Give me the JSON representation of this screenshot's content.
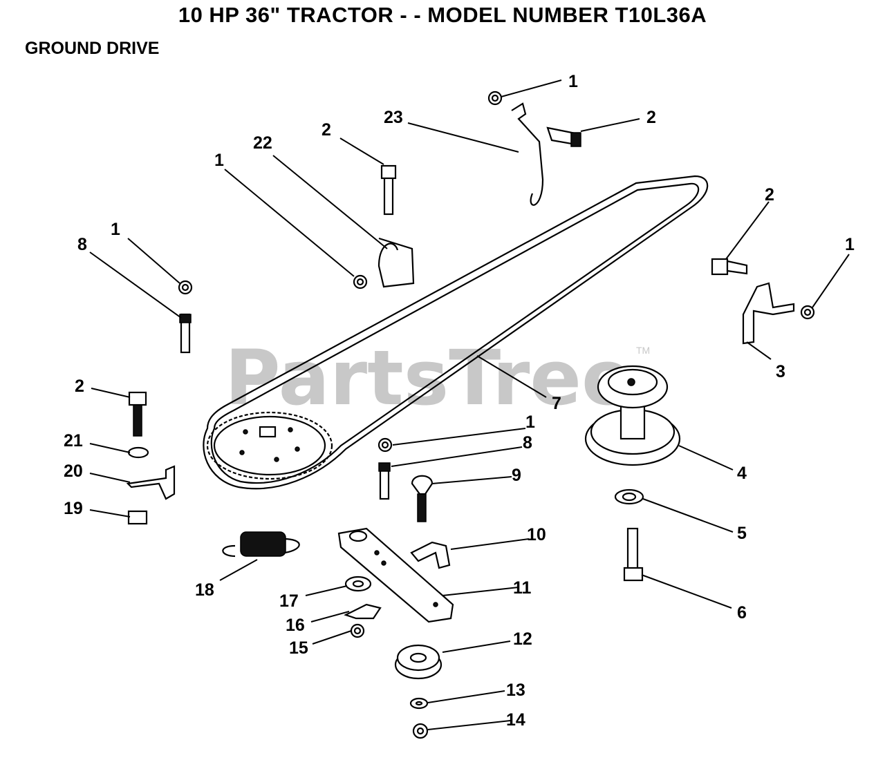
{
  "title": "10 HP 36\" TRACTOR  - - MODEL NUMBER T10L36A",
  "subtitle": "GROUND DRIVE",
  "watermark": "PartsTree",
  "watermark_tm": "TM",
  "callouts": [
    {
      "id": "c1a",
      "label": "1"
    },
    {
      "id": "c2a",
      "label": "2"
    },
    {
      "id": "c23",
      "label": "23"
    },
    {
      "id": "c2b",
      "label": "2"
    },
    {
      "id": "c22",
      "label": "22"
    },
    {
      "id": "c1b",
      "label": "1"
    },
    {
      "id": "c2c",
      "label": "2"
    },
    {
      "id": "c1c",
      "label": "1"
    },
    {
      "id": "c8a",
      "label": "8"
    },
    {
      "id": "c1d",
      "label": "1"
    },
    {
      "id": "c3",
      "label": "3"
    },
    {
      "id": "c7",
      "label": "7"
    },
    {
      "id": "c2d",
      "label": "2"
    },
    {
      "id": "c21",
      "label": "21"
    },
    {
      "id": "c20",
      "label": "20"
    },
    {
      "id": "c19",
      "label": "19"
    },
    {
      "id": "c1e",
      "label": "1"
    },
    {
      "id": "c8b",
      "label": "8"
    },
    {
      "id": "c9",
      "label": "9"
    },
    {
      "id": "c4",
      "label": "4"
    },
    {
      "id": "c5",
      "label": "5"
    },
    {
      "id": "c10",
      "label": "10"
    },
    {
      "id": "c18",
      "label": "18"
    },
    {
      "id": "c17",
      "label": "17"
    },
    {
      "id": "c11",
      "label": "11"
    },
    {
      "id": "c6",
      "label": "6"
    },
    {
      "id": "c16",
      "label": "16"
    },
    {
      "id": "c15",
      "label": "15"
    },
    {
      "id": "c12",
      "label": "12"
    },
    {
      "id": "c13",
      "label": "13"
    },
    {
      "id": "c14",
      "label": "14"
    }
  ]
}
